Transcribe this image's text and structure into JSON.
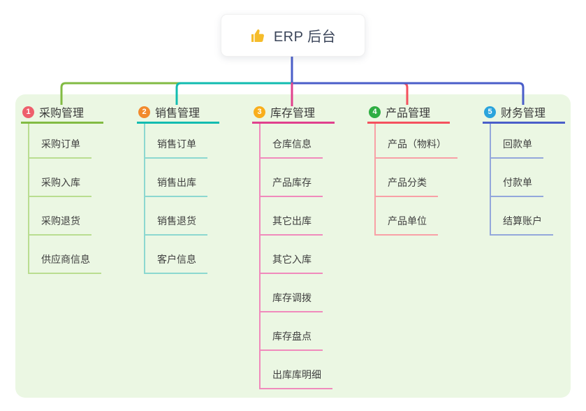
{
  "root": {
    "label": "ERP 后台",
    "icon": "thumbs-up",
    "icon_color": "#f5bc2a",
    "text_color": "#3b4559"
  },
  "panel": {
    "background": "#ebf7e3"
  },
  "branches": [
    {
      "num": "1",
      "label": "采购管理",
      "color": "#82bb43",
      "light": "#b9dd90",
      "badge": "#ee5f6c",
      "items": [
        "采购订单",
        "采购入库",
        "采购退货",
        "供应商信息"
      ]
    },
    {
      "num": "2",
      "label": "销售管理",
      "color": "#12bcb0",
      "light": "#8cd8d0",
      "badge": "#f28a2d",
      "items": [
        "销售订单",
        "销售出库",
        "销售退货",
        "客户信息"
      ]
    },
    {
      "num": "3",
      "label": "库存管理",
      "color": "#e0418d",
      "light": "#f08abc",
      "badge": "#f9ae1c",
      "items": [
        "仓库信息",
        "产品库存",
        "其它出库",
        "其它入库",
        "库存调拨",
        "库存盘点",
        "出库库明细"
      ]
    },
    {
      "num": "4",
      "label": "产品管理",
      "color": "#f4515e",
      "light": "#f8a0a6",
      "badge": "#2fae43",
      "items": [
        "产品（物料）",
        "产品分类",
        "产品单位"
      ]
    },
    {
      "num": "5",
      "label": "财务管理",
      "color": "#4a5ec9",
      "light": "#93a7db",
      "badge": "#2ba4dc",
      "items": [
        "回款单",
        "付款单",
        "结算账户"
      ]
    }
  ]
}
